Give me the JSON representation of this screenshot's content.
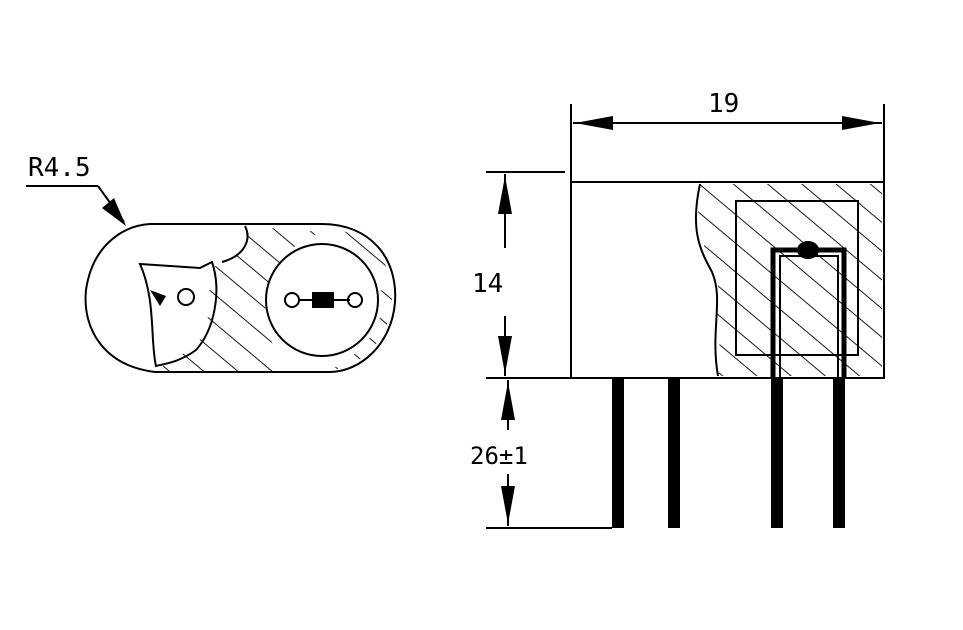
{
  "dimensions": {
    "radius_label": "R4.5",
    "width_label": "19",
    "height_label": "14",
    "lead_length_label": "26±1"
  },
  "colors": {
    "line": "#000000",
    "background": "#ffffff"
  }
}
